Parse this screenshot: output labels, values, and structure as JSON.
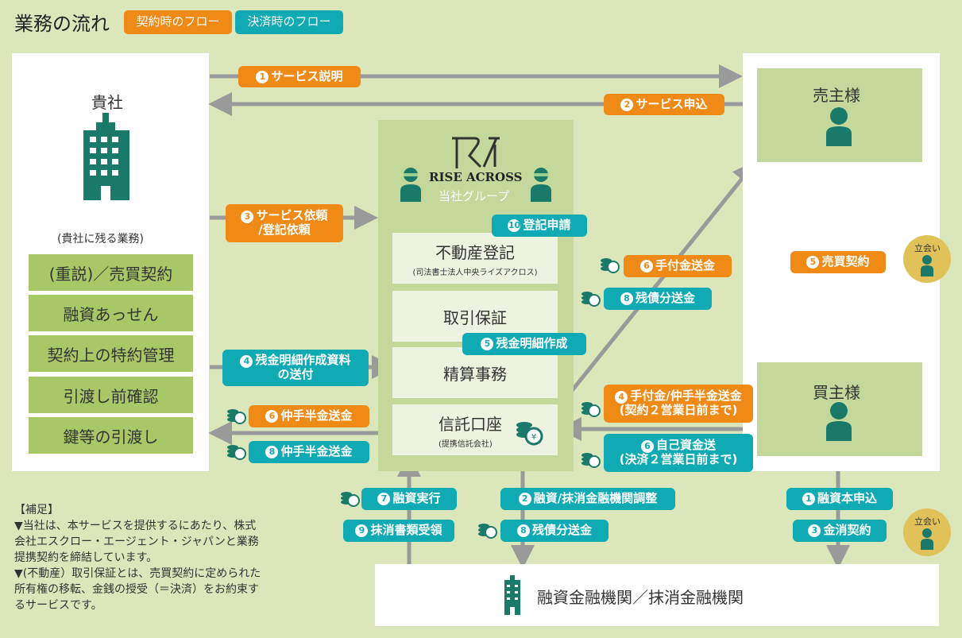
{
  "header": {
    "title": "業務の流れ",
    "tag_contract": "契約時のフロー",
    "tag_settle": "決済時のフロー"
  },
  "colors": {
    "orange": "#ef8a16",
    "teal": "#0faab4",
    "green_dark": "#1a7a6a",
    "box_green": "#c3d89a",
    "background": "#dbe6bb"
  },
  "company": {
    "label": "貴社",
    "remaining_caption": "(貴社に残る業務)",
    "tasks": [
      "(重説)／売買契約",
      "融資あっせん",
      "契約上の特約管理",
      "引渡し前確認",
      "鍵等の引渡し"
    ]
  },
  "center": {
    "brand": "RISE ACROSS",
    "group_label": "当社グループ",
    "registration_title": "不動産登記",
    "registration_sub": "(司法書士法人中央ライズアクロス)",
    "guarantee": "取引保証",
    "settlement": "精算事務",
    "trust_title": "信託口座",
    "trust_sub": "(提携信託会社)"
  },
  "seller": {
    "label": "売主様",
    "witness": "立会い"
  },
  "buyer": {
    "label": "買主様",
    "witness": "立会い"
  },
  "bank": {
    "label": "融資金融機関／抹消金融機関"
  },
  "flows": {
    "f1_service_explain": {
      "num": "1",
      "text": "サービス説明"
    },
    "f2_service_apply": {
      "num": "2",
      "text": "サービス申込"
    },
    "f3_request": {
      "num": "3",
      "text": "サービス依頼",
      "text2": "/登記依頼"
    },
    "f10_register": {
      "num": "10",
      "text": "登記申請"
    },
    "f6_deposit": {
      "num": "6",
      "text": "手付金送金"
    },
    "f8_remaining": {
      "num": "8",
      "text": "残債分送金"
    },
    "f5_sales_contract": {
      "num": "5",
      "text": "売買契約"
    },
    "f5_statement": {
      "num": "5",
      "text": "残金明細作成"
    },
    "f4_statement_docs": {
      "num": "4",
      "text": "残金明細作成資料",
      "text2": "の送付"
    },
    "f6_half_fee_orange": {
      "num": "6",
      "text": "仲手半金送金"
    },
    "f8_half_fee_teal": {
      "num": "8",
      "text": "仲手半金送金"
    },
    "f4_deposit": {
      "num": "4",
      "text": "手付金/仲手半金送金",
      "text2": "(契約２営業日前まで)"
    },
    "f6_own_funds": {
      "num": "6",
      "text": "自己資金送",
      "text2": "(決済２営業日前まで)"
    },
    "f7_loan_exec": {
      "num": "7",
      "text": "融資実行"
    },
    "f9_cancel_docs": {
      "num": "9",
      "text": "抹消書類受領"
    },
    "f2_loan_adjust": {
      "num": "2",
      "text": "融資/抹消金融機関調整"
    },
    "f8_remaining2": {
      "num": "8",
      "text": "残債分送金"
    },
    "f1_loan_apply": {
      "num": "1",
      "text": "融資本申込"
    },
    "f3_cancel_contract": {
      "num": "3",
      "text": "金消契約"
    }
  },
  "notes": {
    "heading": "【補足】",
    "line1": "▼当社は、本サービスを提供するにあたり、株式",
    "line2": "会社エスクロー・エージェント・ジャパンと業務",
    "line3": "提携契約を締結しています。",
    "line4": "▼(不動産）取引保証とは、売買契約に定められた",
    "line5": "所有権の移転、金銭の授受（＝決済）をお約束す",
    "line6": "るサービスです。"
  },
  "icons": [
    "building-icon",
    "person-icon",
    "coin-icon",
    "rise-across-logo"
  ]
}
